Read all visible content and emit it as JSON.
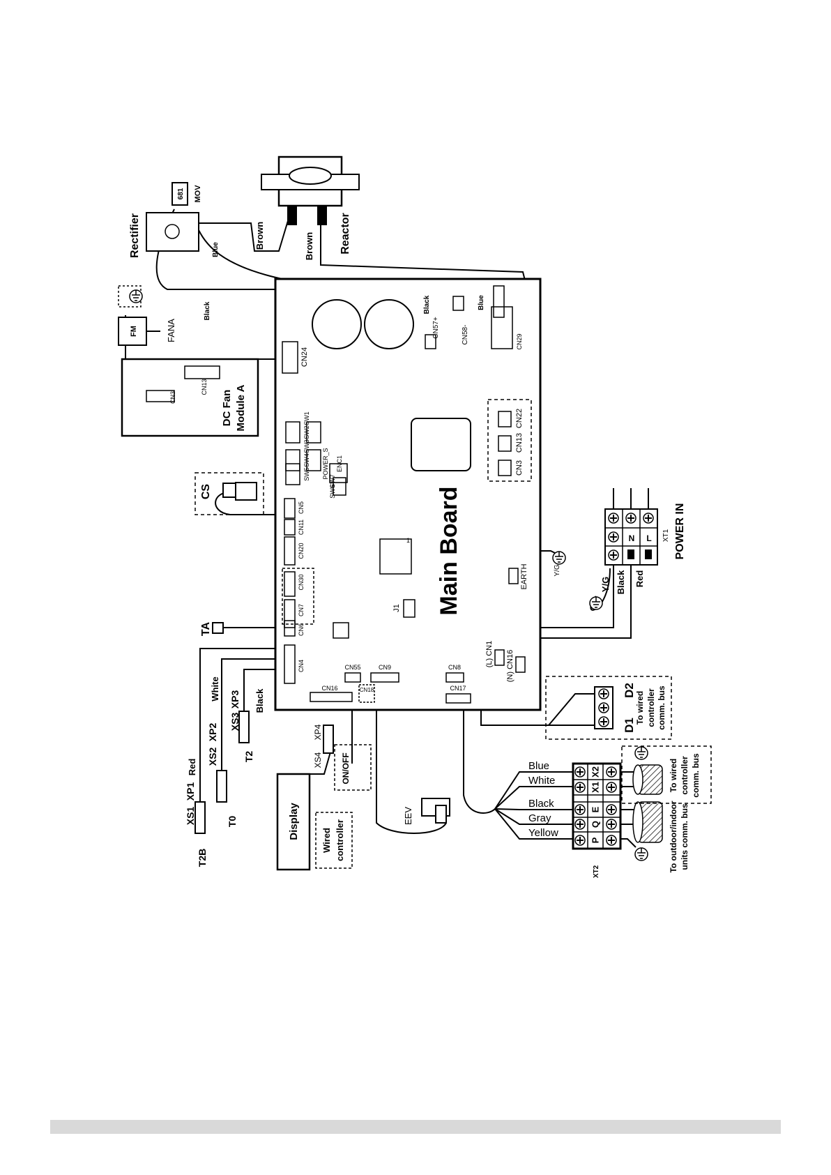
{
  "main_board": {
    "title": "Main Board"
  },
  "fan": {
    "motor": "FM",
    "name": "FANA",
    "module_line1": "DC Fan",
    "module_line2": "Module A",
    "cn3": "CN3",
    "cn13": "CN13"
  },
  "power": {
    "rectifier": "Rectifier",
    "mov": "MOV",
    "mov_value": "681",
    "reactor": "Reactor",
    "w_brown1": "Brown",
    "w_brown2": "Brown",
    "w_blue1": "Blue",
    "w_blue2": "Blue",
    "w_black1": "Black",
    "w_black2": "Black",
    "cn58": "CN58-",
    "cn57": "CN57+",
    "cn29": "CN29"
  },
  "board_connectors": {
    "cn24": "CN24",
    "sw_labels": [
      "SW5",
      "SW4",
      "SW3",
      "SW2",
      "SW1"
    ],
    "power_s": "POWER_S",
    "enc1": "ENC1",
    "sw6": "SW6",
    "sw7": "SW7",
    "cn5": "CN5",
    "cn11": "CN11",
    "cn20": "CN20",
    "cn30": "CN30",
    "cn7": "CN7",
    "cn6": "CN6",
    "cn4": "CN4",
    "j1": "J1",
    "chip_pin": "1",
    "cn16": "CN16",
    "cn55": "CN55",
    "cn9": "CN9",
    "cn18": "CN18",
    "cn8": "CN8",
    "cn17": "CN17",
    "cn1": "(L) CN1",
    "cn16b": "(N) CN16",
    "earth": "EARTH",
    "cn22": "CN22",
    "cn13b": "CN13",
    "cn3b": "CN3"
  },
  "sensors": {
    "cs": "CS",
    "ta": "TA",
    "w_red": "Red",
    "w_white": "White",
    "w_black": "Black",
    "t2b": "T2B",
    "xs1": "XS1",
    "xp1": "XP1",
    "t0": "T0",
    "xs2": "XS2",
    "xp2": "XP2",
    "t2": "T2",
    "xs3": "XS3",
    "xp3": "XP3",
    "xs4": "XS4",
    "xp4": "XP4"
  },
  "display": {
    "label": "Display",
    "wired1": "Wired",
    "wired2": "controller",
    "onoff": "ON/OFF",
    "eev": "EEV"
  },
  "power_in": {
    "label": "POWER IN",
    "block": "XT1",
    "n": "N",
    "l": "L",
    "yg1": "Y/G",
    "yg2": "Y/G",
    "w_black": "Black",
    "w_red": "Red"
  },
  "bus_d": {
    "d1": "D1",
    "d2": "D2",
    "to1": "To wired",
    "to2": "controller",
    "to3": "comm. bus"
  },
  "xt2": {
    "label": "XT2",
    "wires": [
      "Blue",
      "White",
      "Black",
      "Gray",
      "Yellow"
    ],
    "terms": [
      "X2",
      "X1",
      "E",
      "Q",
      "P"
    ],
    "wired1": "To wired",
    "wired2": "controller",
    "wired3": "comm. bus",
    "out1": "To outdoor/indoor",
    "out2": "units comm. bus"
  }
}
